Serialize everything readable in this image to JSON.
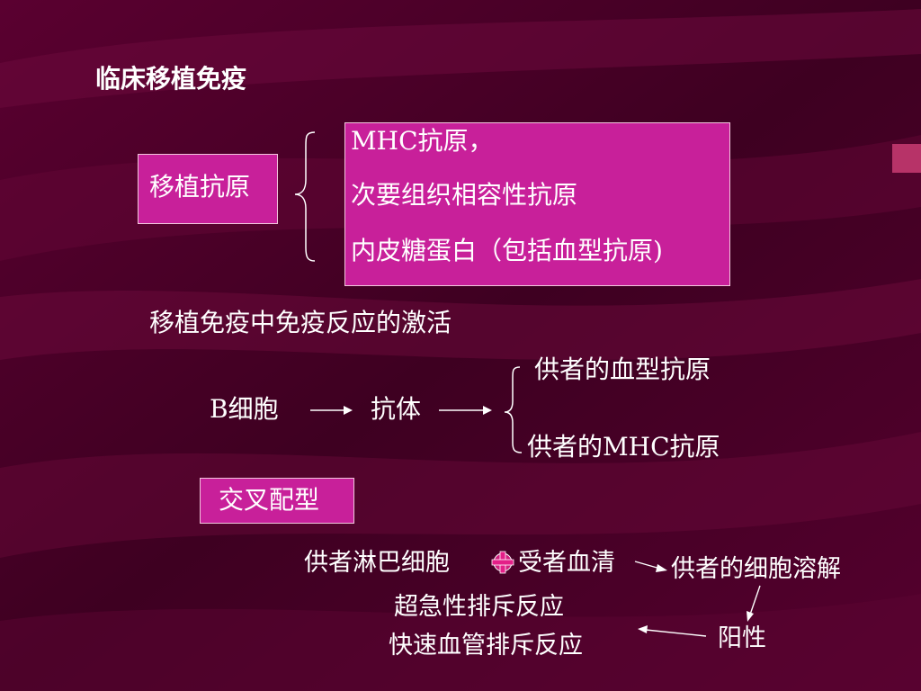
{
  "slide": {
    "title": "临床移植免疫",
    "transplant_antigen_label": "移植抗原",
    "antigen_list": [
      "MHC抗原，",
      "次要组织相容性抗原",
      "内皮糖蛋白（包括血型抗原)"
    ],
    "activation_heading": "移植免疫中免疫反应的激活",
    "b_cell": "B细胞",
    "antibody": "抗体",
    "donor_blood_antigen": "供者的血型抗原",
    "donor_mhc_antigen": "供者的MHC抗原",
    "crossmatch_label": "交叉配型",
    "donor_lymph": "供者淋巴细胞",
    "recipient_serum": "受者血清",
    "donor_cell_lysis": "供者的细胞溶解",
    "hyperacute": "超急性排斥反应",
    "accelerated": "快速血管排斥反应",
    "positive": "阳性"
  },
  "colors": {
    "background": "#4a0026",
    "box_fill": "#c8209a",
    "box_border": "#f2c6dc",
    "text": "#ffffff"
  }
}
